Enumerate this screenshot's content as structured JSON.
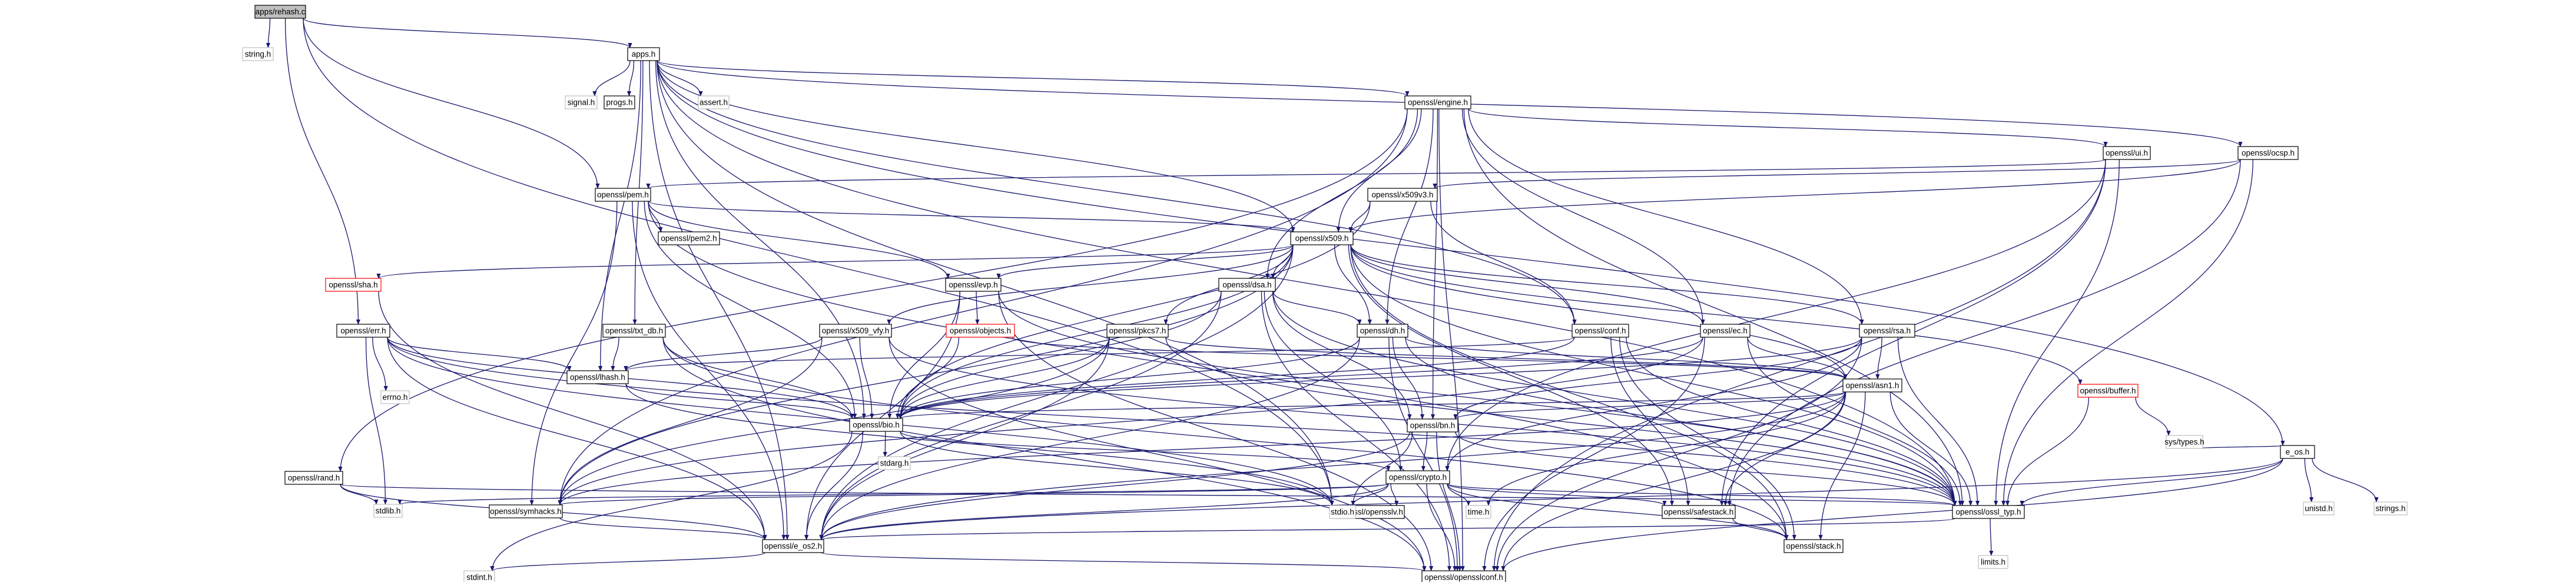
{
  "diagram": {
    "root": "apps/rehash.c",
    "nodes": [
      {
        "id": "root",
        "label": "apps/rehash.c",
        "style": "root"
      },
      {
        "id": "string_h",
        "label": "string.h",
        "style": "system"
      },
      {
        "id": "apps_h",
        "label": "apps.h",
        "style": "normal"
      },
      {
        "id": "signal_h",
        "label": "signal.h",
        "style": "system"
      },
      {
        "id": "progs_h",
        "label": "progs.h",
        "style": "normal"
      },
      {
        "id": "assert_h",
        "label": "assert.h",
        "style": "system"
      },
      {
        "id": "e_os_h",
        "label": "e_os.h",
        "style": "normal"
      },
      {
        "id": "engine_h",
        "label": "openssl/engine.h",
        "style": "normal"
      },
      {
        "id": "ocsp_h",
        "label": "openssl/ocsp.h",
        "style": "normal"
      },
      {
        "id": "ui_h",
        "label": "openssl/ui.h",
        "style": "normal"
      },
      {
        "id": "pem_h",
        "label": "openssl/pem.h",
        "style": "normal"
      },
      {
        "id": "x509v3_h",
        "label": "openssl/x509v3.h",
        "style": "normal"
      },
      {
        "id": "pem2_h",
        "label": "openssl/pem2.h",
        "style": "normal"
      },
      {
        "id": "x509_h",
        "label": "openssl/x509.h",
        "style": "normal"
      },
      {
        "id": "sha_h",
        "label": "openssl/sha.h",
        "style": "missing"
      },
      {
        "id": "evp_h",
        "label": "openssl/evp.h",
        "style": "normal"
      },
      {
        "id": "dsa_h",
        "label": "openssl/dsa.h",
        "style": "normal"
      },
      {
        "id": "objects_h",
        "label": "openssl/objects.h",
        "style": "missing"
      },
      {
        "id": "err_h",
        "label": "openssl/err.h",
        "style": "normal"
      },
      {
        "id": "txt_db_h",
        "label": "openssl/txt_db.h",
        "style": "normal"
      },
      {
        "id": "x509_vfy_h",
        "label": "openssl/x509_vfy.h",
        "style": "normal"
      },
      {
        "id": "pkcs7_h",
        "label": "openssl/pkcs7.h",
        "style": "normal"
      },
      {
        "id": "dh_h",
        "label": "openssl/dh.h",
        "style": "normal"
      },
      {
        "id": "conf_h",
        "label": "openssl/conf.h",
        "style": "normal"
      },
      {
        "id": "ec_h",
        "label": "openssl/ec.h",
        "style": "normal"
      },
      {
        "id": "rsa_h",
        "label": "openssl/rsa.h",
        "style": "normal"
      },
      {
        "id": "buffer_h",
        "label": "openssl/buffer.h",
        "style": "missing"
      },
      {
        "id": "errno_h",
        "label": "errno.h",
        "style": "system"
      },
      {
        "id": "lhash_h",
        "label": "openssl/lhash.h",
        "style": "normal"
      },
      {
        "id": "asn1_h",
        "label": "openssl/asn1.h",
        "style": "normal"
      },
      {
        "id": "bio_h",
        "label": "openssl/bio.h",
        "style": "normal"
      },
      {
        "id": "bn_h",
        "label": "openssl/bn.h",
        "style": "normal"
      },
      {
        "id": "stdarg_h",
        "label": "stdarg.h",
        "style": "system"
      },
      {
        "id": "rand_h",
        "label": "openssl/rand.h",
        "style": "normal"
      },
      {
        "id": "crypto_h",
        "label": "openssl/crypto.h",
        "style": "normal"
      },
      {
        "id": "stdlib_h",
        "label": "stdlib.h",
        "style": "system"
      },
      {
        "id": "symhacks_h",
        "label": "openssl/symhacks.h",
        "style": "normal"
      },
      {
        "id": "opensslv_h",
        "label": "openssl/opensslv.h",
        "style": "normal"
      },
      {
        "id": "stdio_h",
        "label": "stdio.h",
        "style": "system"
      },
      {
        "id": "time_h",
        "label": "time.h",
        "style": "system"
      },
      {
        "id": "safestack_h",
        "label": "openssl/safestack.h",
        "style": "normal"
      },
      {
        "id": "ossl_typ_h",
        "label": "openssl/ossl_typ.h",
        "style": "normal"
      },
      {
        "id": "e_os2_h",
        "label": "openssl/e_os2.h",
        "style": "normal"
      },
      {
        "id": "stack_h",
        "label": "openssl/stack.h",
        "style": "normal"
      },
      {
        "id": "limits_h",
        "label": "limits.h",
        "style": "system"
      },
      {
        "id": "stdint_h",
        "label": "stdint.h",
        "style": "system"
      },
      {
        "id": "opensslconf_h",
        "label": "openssl/opensslconf.h",
        "style": "normal"
      },
      {
        "id": "sys_types_h",
        "label": "sys/types.h",
        "style": "system"
      },
      {
        "id": "unistd_h",
        "label": "unistd.h",
        "style": "system"
      },
      {
        "id": "strings_h",
        "label": "strings.h",
        "style": "system"
      }
    ],
    "edges": [
      [
        "root",
        "string_h"
      ],
      [
        "root",
        "apps_h"
      ],
      [
        "root",
        "pem_h"
      ],
      [
        "root",
        "err_h"
      ],
      [
        "root",
        "stdio_h"
      ],
      [
        "apps_h",
        "signal_h"
      ],
      [
        "apps_h",
        "progs_h"
      ],
      [
        "apps_h",
        "assert_h"
      ],
      [
        "apps_h",
        "e_os_h"
      ],
      [
        "apps_h",
        "engine_h"
      ],
      [
        "apps_h",
        "ocsp_h"
      ],
      [
        "apps_h",
        "x509_h"
      ],
      [
        "apps_h",
        "lhash_h"
      ],
      [
        "apps_h",
        "txt_db_h"
      ],
      [
        "apps_h",
        "bio_h"
      ],
      [
        "apps_h",
        "conf_h"
      ],
      [
        "apps_h",
        "ossl_typ_h"
      ],
      [
        "apps_h",
        "e_os2_h"
      ],
      [
        "apps_h",
        "stdio_h"
      ],
      [
        "engine_h",
        "ui_h"
      ],
      [
        "engine_h",
        "x509_h"
      ],
      [
        "engine_h",
        "rsa_h"
      ],
      [
        "engine_h",
        "dsa_h"
      ],
      [
        "engine_h",
        "dh_h"
      ],
      [
        "engine_h",
        "ec_h"
      ],
      [
        "engine_h",
        "rand_h"
      ],
      [
        "engine_h",
        "bn_h"
      ],
      [
        "engine_h",
        "symhacks_h"
      ],
      [
        "engine_h",
        "ossl_typ_h"
      ],
      [
        "engine_h",
        "opensslconf_h"
      ],
      [
        "ocsp_h",
        "x509v3_h"
      ],
      [
        "ocsp_h",
        "x509_h"
      ],
      [
        "ocsp_h",
        "safestack_h"
      ],
      [
        "ocsp_h",
        "ossl_typ_h"
      ],
      [
        "ui_h",
        "pem_h"
      ],
      [
        "ui_h",
        "safestack_h"
      ],
      [
        "ui_h",
        "crypto_h"
      ],
      [
        "ui_h",
        "ossl_typ_h"
      ],
      [
        "ui_h",
        "opensslconf_h"
      ],
      [
        "pem_h",
        "pem2_h"
      ],
      [
        "pem_h",
        "x509_h"
      ],
      [
        "pem_h",
        "evp_h"
      ],
      [
        "pem_h",
        "bio_h"
      ],
      [
        "pem_h",
        "stack_h"
      ],
      [
        "pem_h",
        "symhacks_h"
      ],
      [
        "pem_h",
        "e_os2_h"
      ],
      [
        "x509v3_h",
        "x509_h"
      ],
      [
        "x509v3_h",
        "conf_h"
      ],
      [
        "x509v3_h",
        "bio_h"
      ],
      [
        "x509_h",
        "sha_h"
      ],
      [
        "x509_h",
        "evp_h"
      ],
      [
        "x509_h",
        "dsa_h"
      ],
      [
        "x509_h",
        "x509_vfy_h"
      ],
      [
        "x509_h",
        "pkcs7_h"
      ],
      [
        "x509_h",
        "dh_h"
      ],
      [
        "x509_h",
        "ec_h"
      ],
      [
        "x509_h",
        "rsa_h"
      ],
      [
        "x509_h",
        "buffer_h"
      ],
      [
        "x509_h",
        "asn1_h"
      ],
      [
        "x509_h",
        "bio_h"
      ],
      [
        "x509_h",
        "safestack_h"
      ],
      [
        "x509_h",
        "symhacks_h"
      ],
      [
        "x509_h",
        "ossl_typ_h"
      ],
      [
        "x509_h",
        "e_os2_h"
      ],
      [
        "x509_h",
        "stack_h"
      ],
      [
        "sha_h",
        "e_os2_h"
      ],
      [
        "evp_h",
        "objects_h"
      ],
      [
        "evp_h",
        "bio_h"
      ],
      [
        "evp_h",
        "ossl_typ_h"
      ],
      [
        "evp_h",
        "e_os2_h"
      ],
      [
        "evp_h",
        "opensslconf_h"
      ],
      [
        "dsa_h",
        "dh_h"
      ],
      [
        "dsa_h",
        "bn_h"
      ],
      [
        "dsa_h",
        "crypto_h"
      ],
      [
        "dsa_h",
        "bio_h"
      ],
      [
        "dsa_h",
        "ossl_typ_h"
      ],
      [
        "dsa_h",
        "e_os2_h"
      ],
      [
        "dsa_h",
        "opensslconf_h"
      ],
      [
        "objects_h",
        "asn1_h"
      ],
      [
        "objects_h",
        "bio_h"
      ],
      [
        "err_h",
        "lhash_h"
      ],
      [
        "err_h",
        "bio_h"
      ],
      [
        "err_h",
        "errno_h"
      ],
      [
        "err_h",
        "stdlib_h"
      ],
      [
        "err_h",
        "stdio_h"
      ],
      [
        "err_h",
        "ossl_typ_h"
      ],
      [
        "err_h",
        "e_os2_h"
      ],
      [
        "txt_db_h",
        "lhash_h"
      ],
      [
        "txt_db_h",
        "bio_h"
      ],
      [
        "txt_db_h",
        "stack_h"
      ],
      [
        "txt_db_h",
        "opensslconf_h"
      ],
      [
        "x509_vfy_h",
        "lhash_h"
      ],
      [
        "x509_vfy_h",
        "bio_h"
      ],
      [
        "x509_vfy_h",
        "symhacks_h"
      ],
      [
        "x509_vfy_h",
        "ossl_typ_h"
      ],
      [
        "x509_vfy_h",
        "opensslconf_h"
      ],
      [
        "pkcs7_h",
        "asn1_h"
      ],
      [
        "pkcs7_h",
        "bio_h"
      ],
      [
        "pkcs7_h",
        "symhacks_h"
      ],
      [
        "pkcs7_h",
        "ossl_typ_h"
      ],
      [
        "pkcs7_h",
        "e_os2_h"
      ],
      [
        "dh_h",
        "bn_h"
      ],
      [
        "dh_h",
        "asn1_h"
      ],
      [
        "dh_h",
        "bio_h"
      ],
      [
        "dh_h",
        "ossl_typ_h"
      ],
      [
        "dh_h",
        "e_os2_h"
      ],
      [
        "dh_h",
        "opensslconf_h"
      ],
      [
        "conf_h",
        "lhash_h"
      ],
      [
        "conf_h",
        "bio_h"
      ],
      [
        "conf_h",
        "safestack_h"
      ],
      [
        "conf_h",
        "stack_h"
      ],
      [
        "conf_h",
        "ossl_typ_h"
      ],
      [
        "ec_h",
        "asn1_h"
      ],
      [
        "ec_h",
        "bio_h"
      ],
      [
        "ec_h",
        "ossl_typ_h"
      ],
      [
        "ec_h",
        "symhacks_h"
      ],
      [
        "ec_h",
        "opensslconf_h"
      ],
      [
        "rsa_h",
        "asn1_h"
      ],
      [
        "rsa_h",
        "bn_h"
      ],
      [
        "rsa_h",
        "crypto_h"
      ],
      [
        "rsa_h",
        "bio_h"
      ],
      [
        "rsa_h",
        "ossl_typ_h"
      ],
      [
        "rsa_h",
        "opensslconf_h"
      ],
      [
        "buffer_h",
        "sys_types_h"
      ],
      [
        "buffer_h",
        "ossl_typ_h"
      ],
      [
        "lhash_h",
        "bio_h"
      ],
      [
        "lhash_h",
        "stdio_h"
      ],
      [
        "asn1_h",
        "bio_h"
      ],
      [
        "asn1_h",
        "bn_h"
      ],
      [
        "asn1_h",
        "time_h"
      ],
      [
        "asn1_h",
        "safestack_h"
      ],
      [
        "asn1_h",
        "stack_h"
      ],
      [
        "asn1_h",
        "symhacks_h"
      ],
      [
        "asn1_h",
        "ossl_typ_h"
      ],
      [
        "asn1_h",
        "e_os2_h"
      ],
      [
        "asn1_h",
        "opensslconf_h"
      ],
      [
        "bio_h",
        "stdarg_h"
      ],
      [
        "bio_h",
        "crypto_h"
      ],
      [
        "bio_h",
        "stdio_h"
      ],
      [
        "bio_h",
        "e_os2_h"
      ],
      [
        "bio_h",
        "stdint_h"
      ],
      [
        "bn_h",
        "crypto_h"
      ],
      [
        "bn_h",
        "stdio_h"
      ],
      [
        "bn_h",
        "ossl_typ_h"
      ],
      [
        "bn_h",
        "e_os2_h"
      ],
      [
        "bn_h",
        "opensslconf_h"
      ],
      [
        "rand_h",
        "stdlib_h"
      ],
      [
        "rand_h",
        "ossl_typ_h"
      ],
      [
        "rand_h",
        "e_os2_h"
      ],
      [
        "crypto_h",
        "stdlib_h"
      ],
      [
        "crypto_h",
        "stdio_h"
      ],
      [
        "crypto_h",
        "time_h"
      ],
      [
        "crypto_h",
        "opensslv_h"
      ],
      [
        "crypto_h",
        "safestack_h"
      ],
      [
        "crypto_h",
        "ossl_typ_h"
      ],
      [
        "crypto_h",
        "symhacks_h"
      ],
      [
        "crypto_h",
        "e_os2_h"
      ],
      [
        "crypto_h",
        "stack_h"
      ],
      [
        "crypto_h",
        "opensslconf_h"
      ],
      [
        "symhacks_h",
        "e_os2_h"
      ],
      [
        "safestack_h",
        "stack_h"
      ],
      [
        "ossl_typ_h",
        "limits_h"
      ],
      [
        "ossl_typ_h",
        "e_os2_h"
      ],
      [
        "e_os2_h",
        "stdint_h"
      ],
      [
        "e_os2_h",
        "opensslconf_h"
      ],
      [
        "e_os_h",
        "sys_types_h"
      ],
      [
        "e_os_h",
        "unistd_h"
      ],
      [
        "e_os_h",
        "strings_h"
      ],
      [
        "e_os_h",
        "ossl_typ_h"
      ],
      [
        "e_os_h",
        "e_os2_h"
      ],
      [
        "e_os_h",
        "opensslconf_h"
      ]
    ]
  }
}
